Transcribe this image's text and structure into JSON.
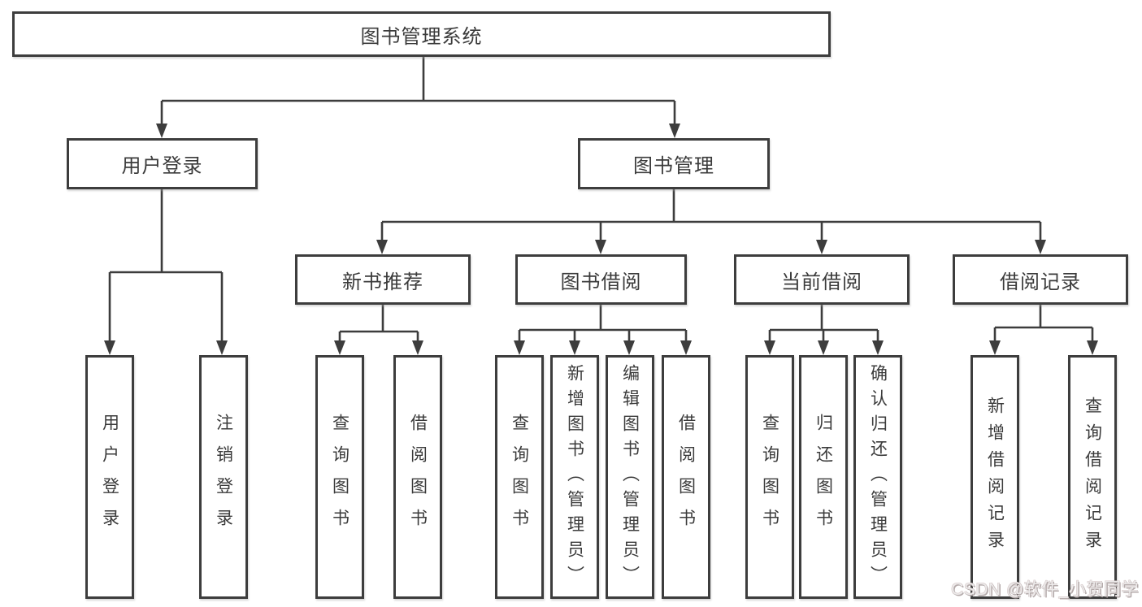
{
  "colors": {
    "line": "#3d3d3d",
    "box_border": "#3d3d3d",
    "box_fill": "#ffffff",
    "text": "#3b3b3b",
    "watermark": "#e0d4d4"
  },
  "watermark": {
    "text": "CSDN @软件_小贺同学"
  },
  "tree": {
    "root": {
      "label": "图书管理系统",
      "children": [
        {
          "label": "用户登录",
          "children": [
            {
              "label": "用户登录"
            },
            {
              "label": "注销登录"
            }
          ]
        },
        {
          "label": "图书管理",
          "children": [
            {
              "label": "新书推荐",
              "children": [
                {
                  "label": "查询图书"
                },
                {
                  "label": "借阅图书"
                }
              ]
            },
            {
              "label": "图书借阅",
              "children": [
                {
                  "label": "查询图书"
                },
                {
                  "label": "新增图书（管理员）"
                },
                {
                  "label": "编辑图书（管理员）"
                },
                {
                  "label": "借阅图书"
                }
              ]
            },
            {
              "label": "当前借阅",
              "children": [
                {
                  "label": "查询图书"
                },
                {
                  "label": "归还图书"
                },
                {
                  "label": "确认归还（管理员）"
                }
              ]
            },
            {
              "label": "借阅记录",
              "children": [
                {
                  "label": "新增借阅记录"
                },
                {
                  "label": "查询借阅记录"
                }
              ]
            }
          ]
        }
      ]
    }
  }
}
